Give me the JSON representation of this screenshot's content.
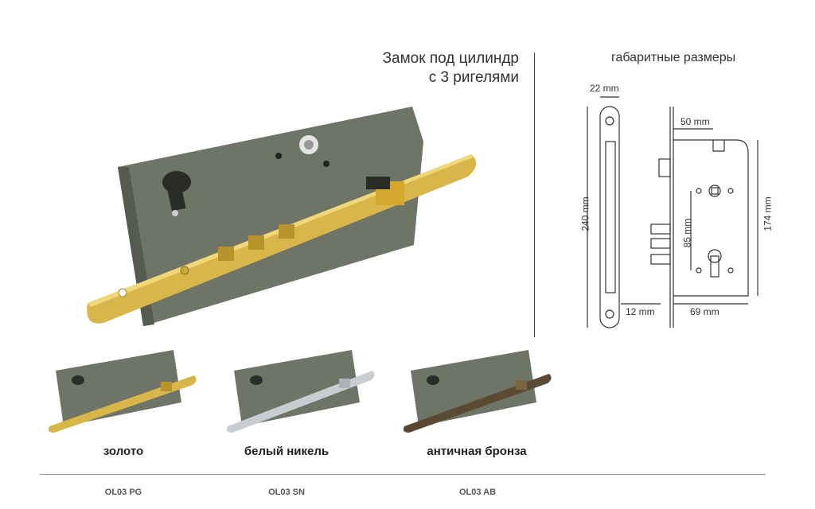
{
  "product": {
    "title_line1": "Замок под цилиндр",
    "title_line2": "с 3 ригелями"
  },
  "dimensions": {
    "heading": "габаритные размеры",
    "faceplate_width": "22 mm",
    "faceplate_height": "240 mm",
    "faceplate_margin": "12 mm",
    "backset": "50 mm",
    "case_height": "174 mm",
    "center_distance": "85 mm",
    "case_width": "69 mm"
  },
  "variants": [
    {
      "finish": "золото",
      "code": "OL03 PG",
      "plate_color": "#d9b64a"
    },
    {
      "finish": "белый никель",
      "code": "OL03 SN",
      "plate_color": "#c9ccd0"
    },
    {
      "finish": "античная бронза",
      "code": "OL03 AB",
      "plate_color": "#5a4a33"
    }
  ],
  "colors": {
    "gold": "#d9b64a",
    "case_gray": "#6f7566",
    "nickel": "#c9ccd0",
    "bronze": "#5a4a33"
  }
}
